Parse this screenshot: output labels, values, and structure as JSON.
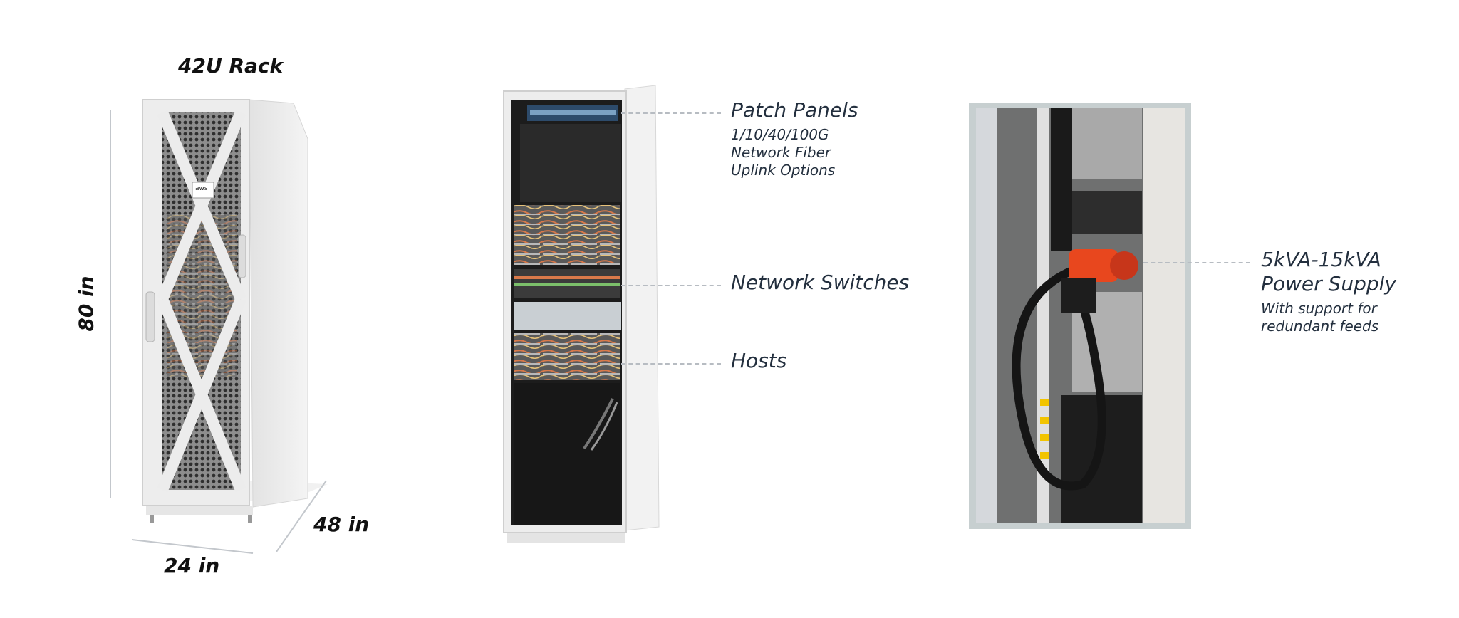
{
  "rack_front": {
    "title": "42U Rack",
    "height_label": "80 in",
    "width_label": "24 in",
    "depth_label": "48 in",
    "badge": "aws"
  },
  "rack_open": {
    "callouts": [
      {
        "title": "Patch Panels",
        "sub": [
          "1/10/40/100G",
          "Network Fiber",
          "Uplink Options"
        ]
      },
      {
        "title": "Network Switches"
      },
      {
        "title": "Hosts"
      }
    ]
  },
  "power": {
    "title_lines": [
      "5kVA-15kVA",
      "Power Supply"
    ],
    "sub_lines": [
      "With support for",
      "redundant feeds"
    ]
  },
  "colors": {
    "cabinet": "#ececec",
    "mesh": "#9a9a9a",
    "plug": "#e8471e",
    "line": "#b7bcc2"
  }
}
